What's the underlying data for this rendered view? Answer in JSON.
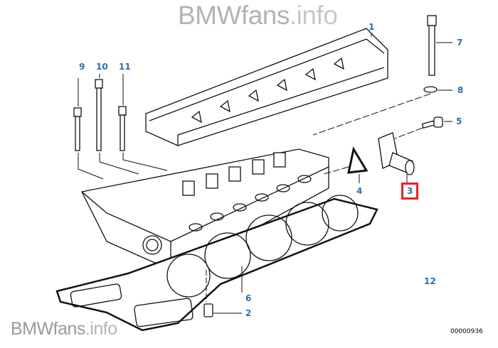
{
  "diagram": {
    "callouts": [
      {
        "id": "1",
        "label": "1"
      },
      {
        "id": "2",
        "label": "2"
      },
      {
        "id": "3",
        "label": "3",
        "highlighted": true
      },
      {
        "id": "4",
        "label": "4"
      },
      {
        "id": "5",
        "label": "5"
      },
      {
        "id": "6",
        "label": "6"
      },
      {
        "id": "7",
        "label": "7"
      },
      {
        "id": "8",
        "label": "8"
      },
      {
        "id": "9",
        "label": "9"
      },
      {
        "id": "10",
        "label": "10"
      },
      {
        "id": "11",
        "label": "11"
      },
      {
        "id": "12",
        "label": "12"
      }
    ],
    "diagram_number": "00000936",
    "highlight_color": "#e8202a",
    "callout_color": "#2f6db5"
  },
  "watermark": {
    "brand": "BMWfans",
    "suffix": ".info"
  }
}
